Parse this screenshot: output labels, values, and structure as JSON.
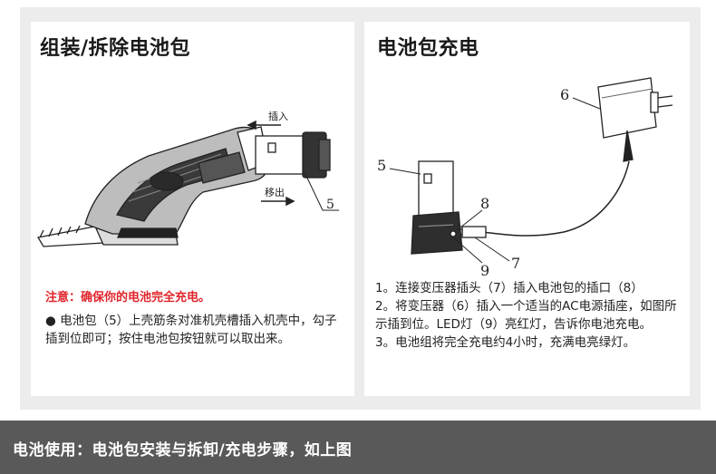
{
  "left_panel": {
    "title": "组装/拆除电池包",
    "label_insert": "插入",
    "label_remove": "移出",
    "callout_5": "5",
    "warning": "注意：确保你的电池完全充电。",
    "description": "● 电池包（5）上壳筋条对准机壳槽插入机壳中，勾子插到位即可；按住电池包按钮就可以取出来。"
  },
  "right_panel": {
    "title": "电池包充电",
    "callouts": {
      "c5": "5",
      "c6": "6",
      "c7": "7",
      "c8": "8",
      "c9": "9"
    },
    "steps": [
      "1。连接变压器插头（7）插入电池包的插口（8）",
      "2。将变压器（6）插入一个适当的AC电源插座，如图所示插到位。LED灯（9）亮红灯，告诉你电池充电。",
      "3。电池组将完全充电约4小时，充满电亮绿灯。"
    ]
  },
  "footer": {
    "text": "电池使用：电池包安装与拆卸/充电步骤，如上图"
  }
}
